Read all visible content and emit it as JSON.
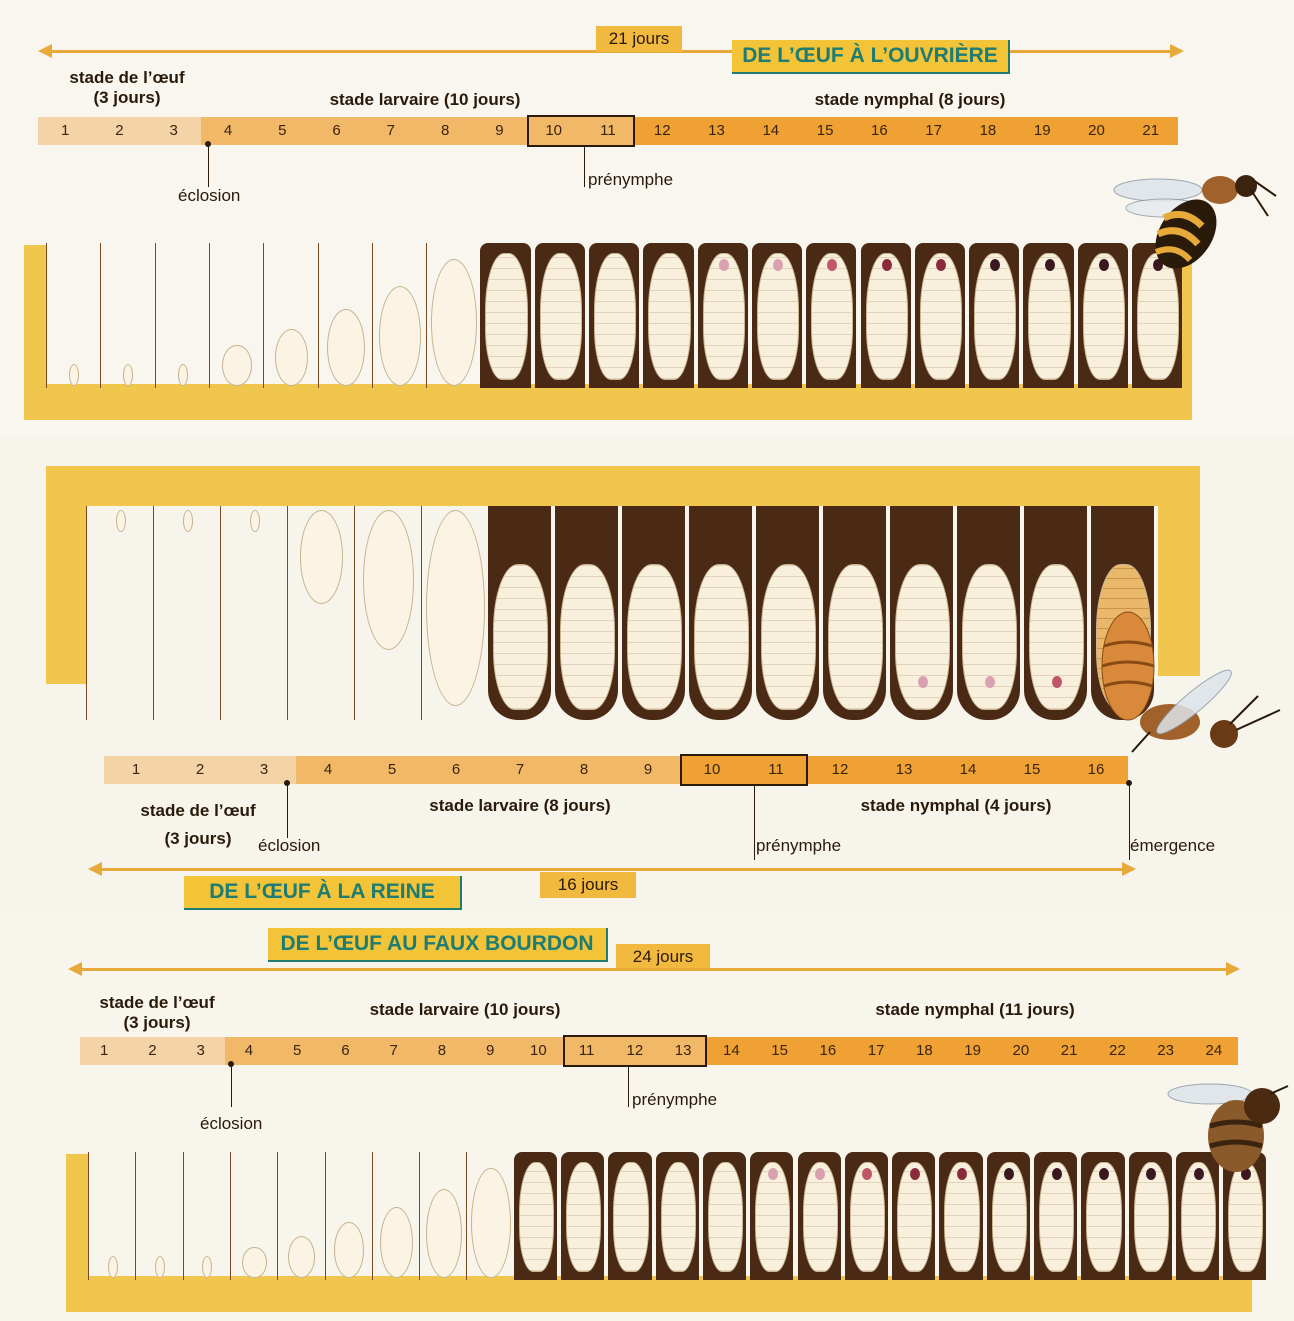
{
  "colors": {
    "egg_stage": "#f4d3a6",
    "larva_stage": "#f1b867",
    "nymph_stage": "#efa233",
    "title_fill": "#f3c437",
    "title_text": "#1f7c73",
    "arrow": "#e6a93a",
    "capped_cell": "#4a2a14",
    "wax": "#f0c64d"
  },
  "worker": {
    "title": "DE L’ŒUF À L’OUVRIÈRE",
    "duration": "21 jours",
    "egg_stage": "stade de l’œuf\n(3 jours)",
    "larva_stage": "stade larvaire (10 jours)",
    "nymph_stage": "stade nymphal (8 jours)",
    "days": [
      "1",
      "2",
      "3",
      "4",
      "5",
      "6",
      "7",
      "8",
      "9",
      "10",
      "11",
      "12",
      "13",
      "14",
      "15",
      "16",
      "17",
      "18",
      "19",
      "20",
      "21"
    ],
    "hatching": "éclosion",
    "prenymph": "prénymphe",
    "bee_icon": "worker-bee-icon"
  },
  "queen": {
    "title": "DE L’ŒUF À LA REINE",
    "duration": "16 jours",
    "egg_stage": "stade de l’œuf\n(3 jours)",
    "larva_stage": "stade larvaire (8 jours)",
    "nymph_stage": "stade nymphal (4 jours)",
    "days": [
      "1",
      "2",
      "3",
      "4",
      "5",
      "6",
      "7",
      "8",
      "9",
      "10",
      "11",
      "12",
      "13",
      "14",
      "15",
      "16"
    ],
    "hatching": "éclosion",
    "prenymph": "prénymphe",
    "emergence": "émergence",
    "bee_icon": "queen-bee-icon"
  },
  "drone": {
    "title": "DE L’ŒUF AU FAUX BOURDON",
    "duration": "24 jours",
    "egg_stage": "stade de l’œuf\n(3 jours)",
    "larva_stage": "stade larvaire (10 jours)",
    "nymph_stage": "stade nymphal (11 jours)",
    "days": [
      "1",
      "2",
      "3",
      "4",
      "5",
      "6",
      "7",
      "8",
      "9",
      "10",
      "11",
      "12",
      "13",
      "14",
      "15",
      "16",
      "17",
      "18",
      "19",
      "20",
      "21",
      "22",
      "23",
      "24"
    ],
    "hatching": "éclosion",
    "prenymph": "prénymphe",
    "bee_icon": "drone-bee-icon"
  }
}
